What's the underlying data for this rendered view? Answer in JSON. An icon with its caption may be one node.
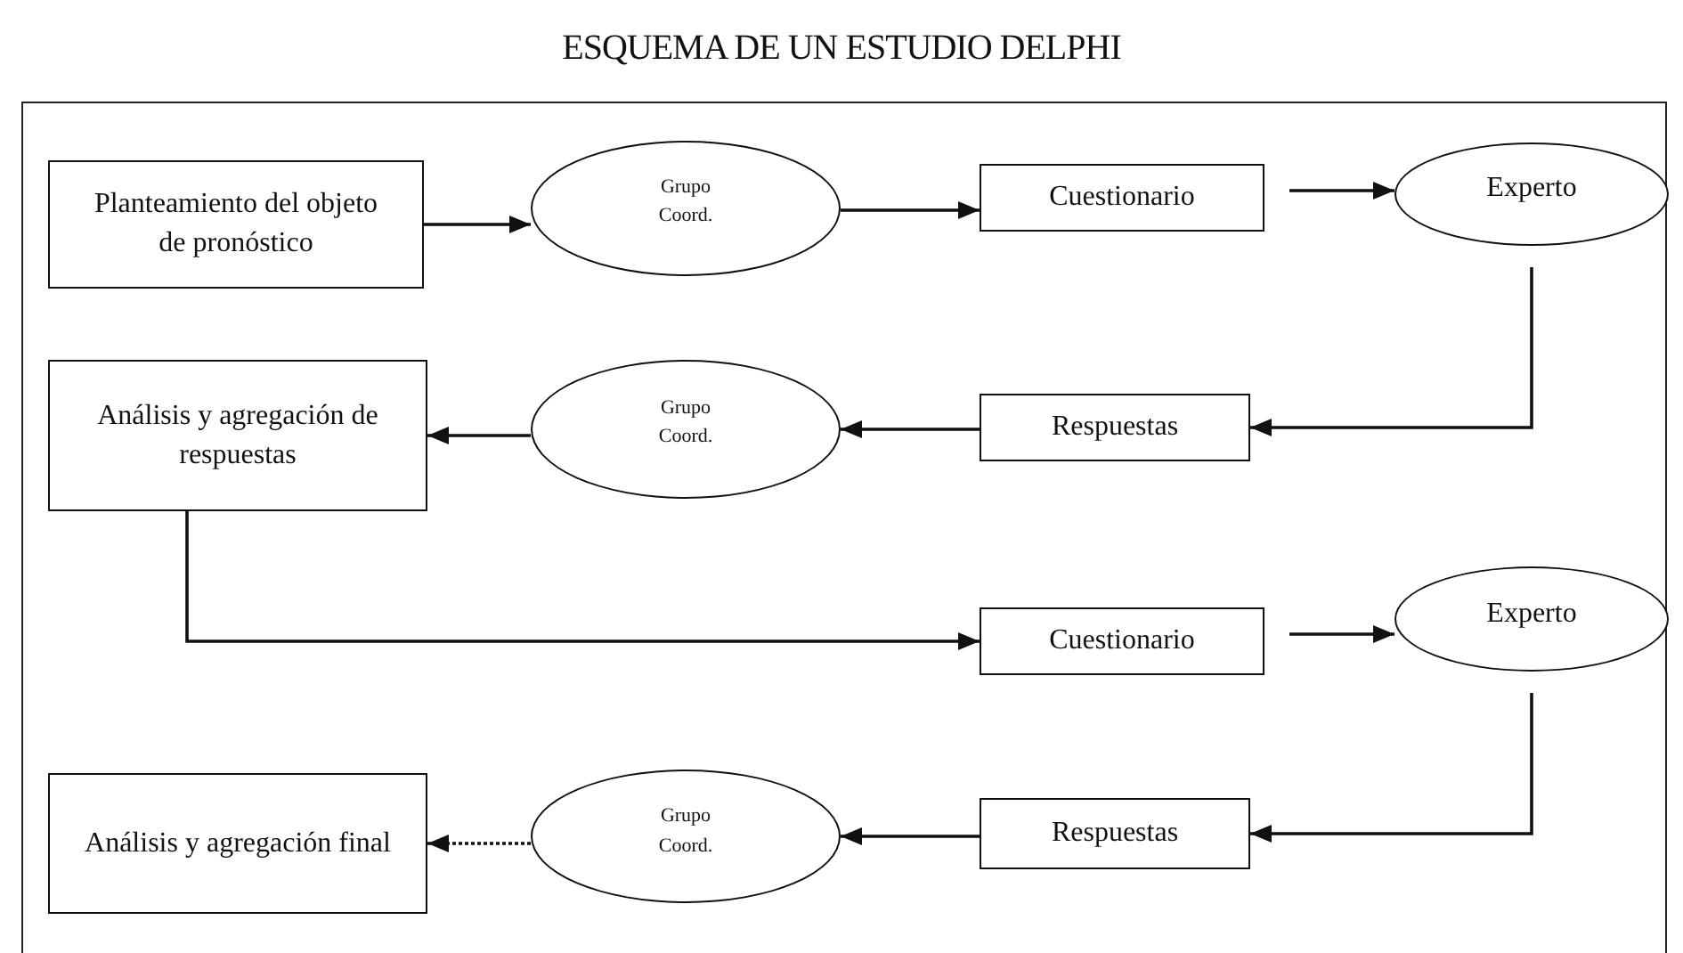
{
  "diagram": {
    "title": "ESQUEMA DE UN ESTUDIO DELPHI",
    "nodes": [
      {
        "text": [
          "Planteamiento del objeto de pronóstico"
        ]
      },
      {
        "text": [
          "Grupo Coord."
        ]
      },
      {
        "text": [
          "Cuestionario"
        ]
      },
      {
        "text": [
          "Experto"
        ]
      },
      {
        "text": [
          "Análisis y agregación de respuestas"
        ]
      },
      {
        "text": [
          "Grupo Coord."
        ]
      },
      {
        "text": [
          "Respuestas"
        ]
      },
      {
        "text": [
          "Cuestionario"
        ]
      },
      {
        "text": [
          "Experto"
        ]
      },
      {
        "text": [
          "Análisis y agregación final"
        ]
      },
      {
        "text": [
          "Grupo Coord."
        ]
      },
      {
        "text": [
          "Respuestas"
        ]
      }
    ],
    "edges": [
      {
        "from": 0,
        "to": 1,
        "arrow": "to"
      },
      {
        "from": 1,
        "to": 2,
        "arrow": "to"
      },
      {
        "from": 2,
        "to": 3,
        "arrow": "to"
      },
      {
        "from": 3,
        "to": 6,
        "arrow": "to"
      },
      {
        "from": 6,
        "to": 5,
        "arrow": "to"
      },
      {
        "from": 5,
        "to": 4,
        "arrow": "to"
      },
      {
        "from": 4,
        "to": 7,
        "arrow": "to"
      },
      {
        "from": 7,
        "to": 8,
        "arrow": "to"
      },
      {
        "from": 8,
        "to": 11,
        "arrow": "to"
      },
      {
        "from": 11,
        "to": 10,
        "arrow": "to"
      },
      {
        "from": 10,
        "to": 9,
        "arrow": "to",
        "style": "dashed"
      }
    ]
  }
}
